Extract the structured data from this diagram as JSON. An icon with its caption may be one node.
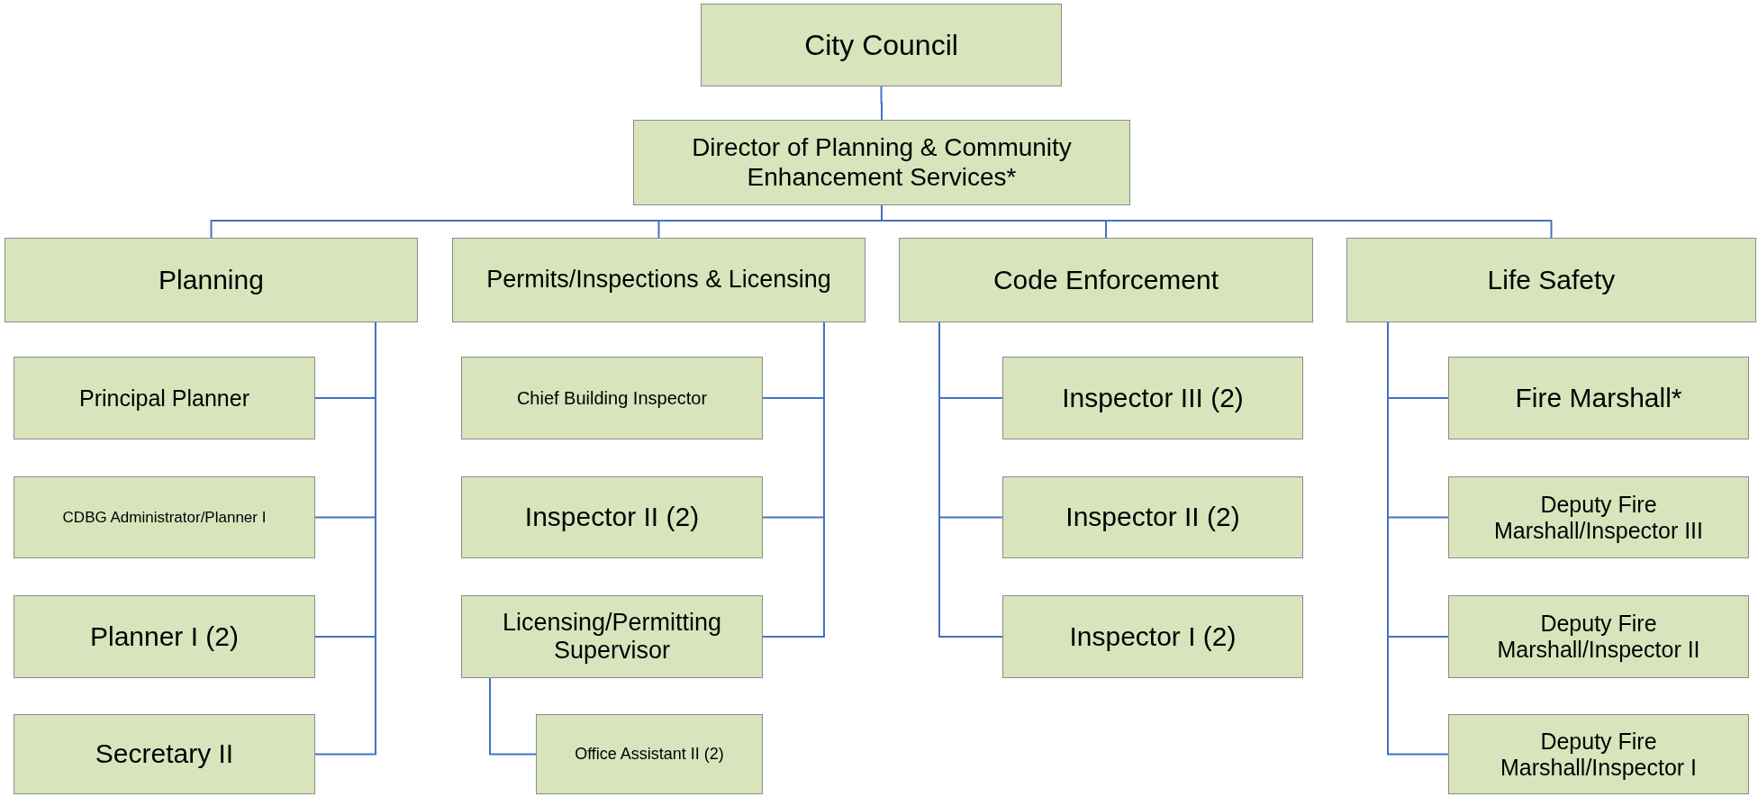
{
  "diagram": {
    "nodes": [
      {
        "text": [
          "City Council"
        ]
      },
      {
        "text": [
          "Director of Planning & Community Enhancement Services*"
        ]
      },
      {
        "text": [
          "Planning"
        ]
      },
      {
        "text": [
          "Permits/Inspections & Licensing"
        ]
      },
      {
        "text": [
          "Code Enforcement"
        ]
      },
      {
        "text": [
          "Life Safety"
        ]
      },
      {
        "text": [
          "Principal Planner"
        ]
      },
      {
        "text": [
          "CDBG Administrator/Planner I"
        ]
      },
      {
        "text": [
          "Planner I (2)"
        ]
      },
      {
        "text": [
          "Secretary II"
        ]
      },
      {
        "text": [
          "Chief Building Inspector"
        ]
      },
      {
        "text": [
          "Inspector II (2)"
        ]
      },
      {
        "text": [
          "Licensing/Permitting Supervisor"
        ]
      },
      {
        "text": [
          "Office Assistant II (2)"
        ]
      },
      {
        "text": [
          "Inspector III (2)"
        ]
      },
      {
        "text": [
          "Inspector II (2)"
        ]
      },
      {
        "text": [
          "Inspector I (2)"
        ]
      },
      {
        "text": [
          "Fire Marshall*"
        ]
      },
      {
        "text": [
          "Deputy Fire Marshall/Inspector III"
        ]
      },
      {
        "text": [
          "Deputy Fire Marshall/Inspector II"
        ]
      },
      {
        "text": [
          "Deputy Fire Marshall/Inspector I"
        ]
      }
    ],
    "edges": [
      {
        "from": 0,
        "to": 1,
        "arrow": "none"
      },
      {
        "from": 1,
        "to": 2,
        "arrow": "none"
      },
      {
        "from": 1,
        "to": 3,
        "arrow": "none"
      },
      {
        "from": 1,
        "to": 4,
        "arrow": "none"
      },
      {
        "from": 1,
        "to": 5,
        "arrow": "none"
      },
      {
        "from": 2,
        "to": 6,
        "arrow": "none"
      },
      {
        "from": 2,
        "to": 7,
        "arrow": "none"
      },
      {
        "from": 2,
        "to": 8,
        "arrow": "none"
      },
      {
        "from": 2,
        "to": 9,
        "arrow": "none"
      },
      {
        "from": 3,
        "to": 10,
        "arrow": "none"
      },
      {
        "from": 3,
        "to": 11,
        "arrow": "none"
      },
      {
        "from": 3,
        "to": 12,
        "arrow": "none"
      },
      {
        "from": 12,
        "to": 13,
        "arrow": "none"
      },
      {
        "from": 4,
        "to": 14,
        "arrow": "none"
      },
      {
        "from": 4,
        "to": 15,
        "arrow": "none"
      },
      {
        "from": 4,
        "to": 16,
        "arrow": "none"
      },
      {
        "from": 5,
        "to": 17,
        "arrow": "none"
      },
      {
        "from": 5,
        "to": 18,
        "arrow": "none"
      },
      {
        "from": 5,
        "to": 19,
        "arrow": "none"
      },
      {
        "from": 5,
        "to": 20,
        "arrow": "none"
      }
    ]
  }
}
